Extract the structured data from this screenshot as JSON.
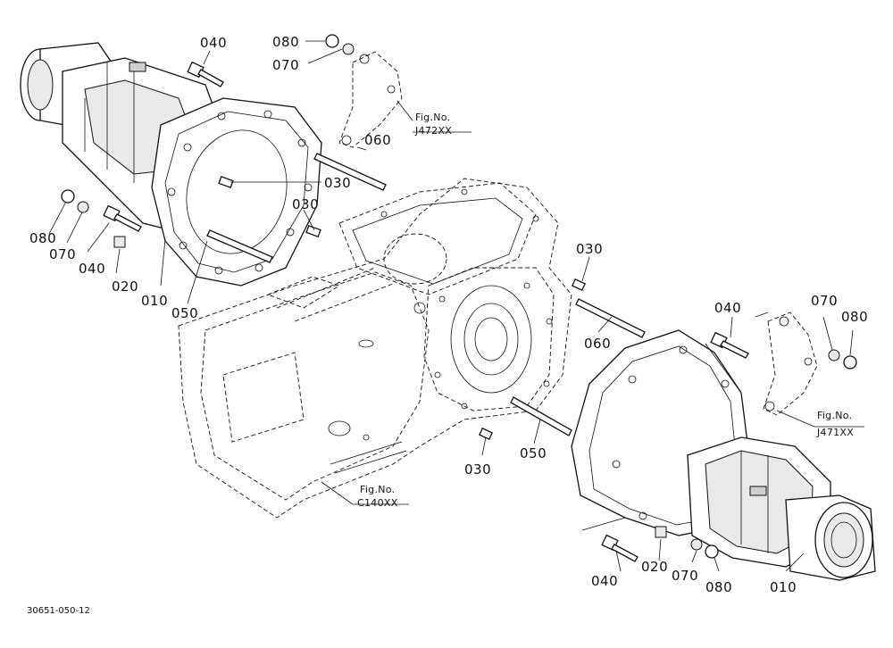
{
  "diagram_code": "30651-050-12",
  "callouts": {
    "c010_left": "010",
    "c010_right": "010",
    "c020_left": "020",
    "c020_right": "020",
    "c030_a": "030",
    "c030_b": "030",
    "c030_c": "030",
    "c030_d": "030",
    "c040_top": "040",
    "c040_left": "040",
    "c040_right": "040",
    "c040_bottom": "040",
    "c050_left": "050",
    "c050_right": "050",
    "c060_left": "060",
    "c060_right": "060",
    "c070_top": "070",
    "c070_left": "070",
    "c070_right": "070",
    "c070_bottom": "070",
    "c080_top": "080",
    "c080_left": "080",
    "c080_right": "080",
    "c080_bottom": "080"
  },
  "figure_refs": [
    {
      "label": "Fig.No.",
      "code": "J472XX"
    },
    {
      "label": "Fig.No.",
      "code": "J471XX"
    },
    {
      "label": "Fig.No.",
      "code": "C140XX"
    }
  ]
}
